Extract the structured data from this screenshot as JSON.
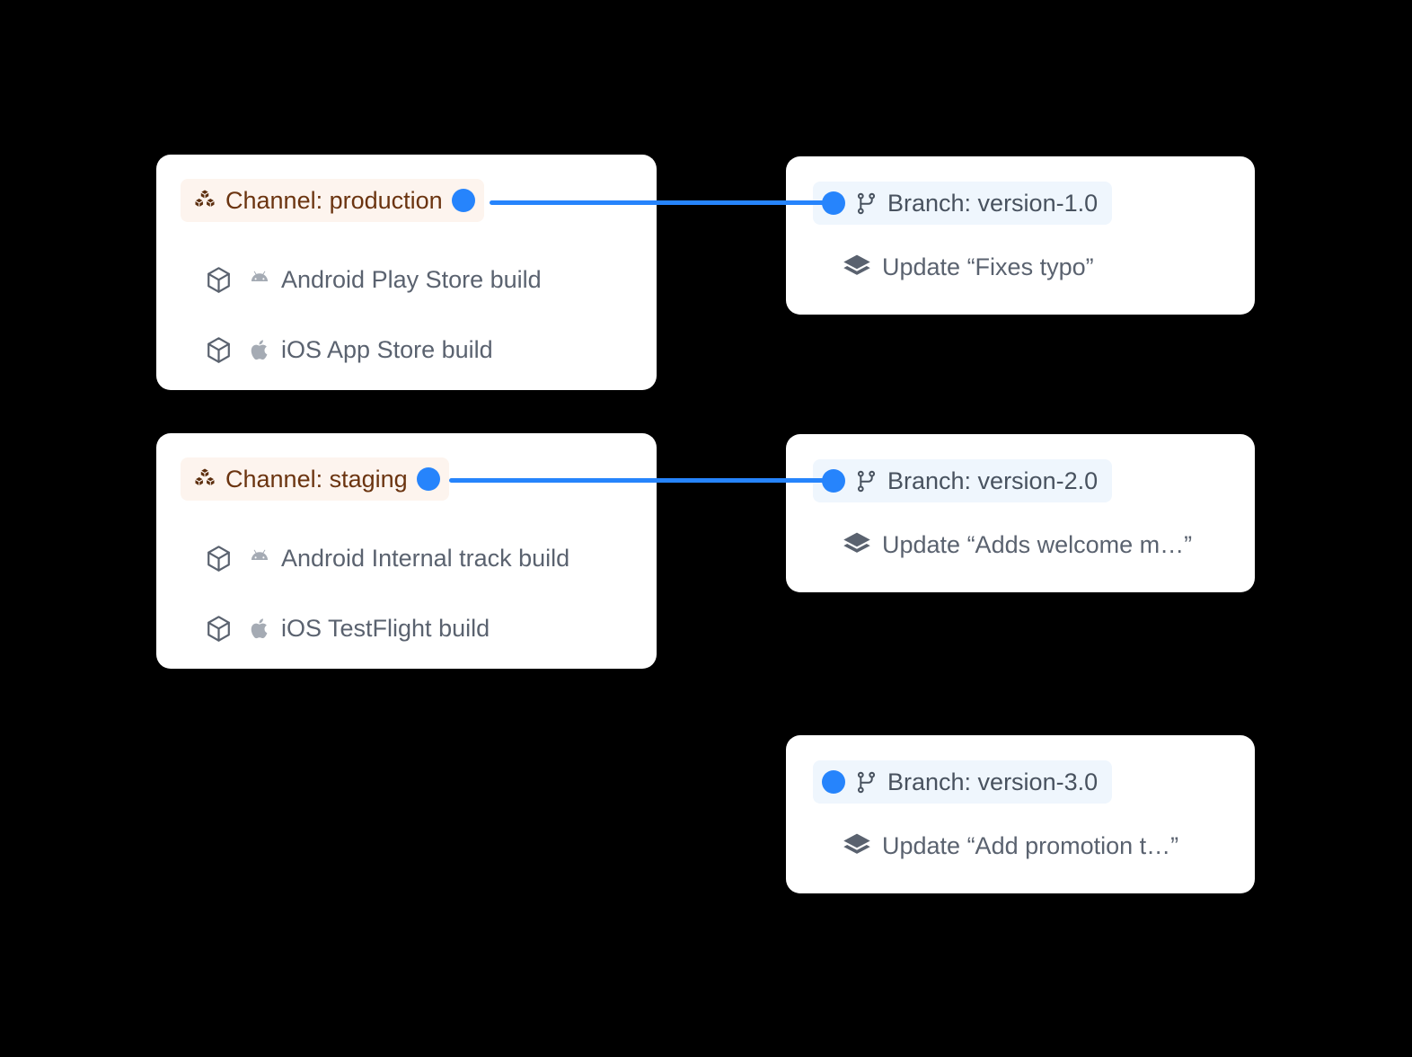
{
  "background_color": "#000000",
  "accent_color": "#2684FC",
  "channel_badge_bg": "#FDF4EE",
  "channel_badge_text": "#6B3410",
  "branch_badge_bg": "#EFF6FD",
  "branch_badge_text": "#48525F",
  "row_text_color": "#5A626F",
  "channels": [
    {
      "icon": "boxes-stack-icon",
      "label": "Channel: production",
      "builds": [
        {
          "package_icon": "package-cube-icon",
          "platform_icon": "android-icon",
          "label": "Android Play Store build"
        },
        {
          "package_icon": "package-cube-icon",
          "platform_icon": "apple-icon",
          "label": "iOS App Store build"
        }
      ]
    },
    {
      "icon": "boxes-stack-icon",
      "label": "Channel: staging",
      "builds": [
        {
          "package_icon": "package-cube-icon",
          "platform_icon": "android-icon",
          "label": "Android Internal track build"
        },
        {
          "package_icon": "package-cube-icon",
          "platform_icon": "apple-icon",
          "label": "iOS TestFlight build"
        }
      ]
    }
  ],
  "branches": [
    {
      "icon": "git-branch-icon",
      "label": "Branch: version-1.0",
      "update": {
        "icon": "layers-icon",
        "label": "Update “Fixes typo”"
      }
    },
    {
      "icon": "git-branch-icon",
      "label": "Branch: version-2.0",
      "update": {
        "icon": "layers-icon",
        "label": "Update “Adds welcome m…”"
      }
    },
    {
      "icon": "git-branch-icon",
      "label": "Branch: version-3.0",
      "update": {
        "icon": "layers-icon",
        "label": "Update “Add promotion t…”"
      }
    }
  ],
  "connections": [
    {
      "from": "Channel: production",
      "to": "Branch: version-1.0"
    },
    {
      "from": "Channel: staging",
      "to": "Branch: version-2.0"
    }
  ]
}
